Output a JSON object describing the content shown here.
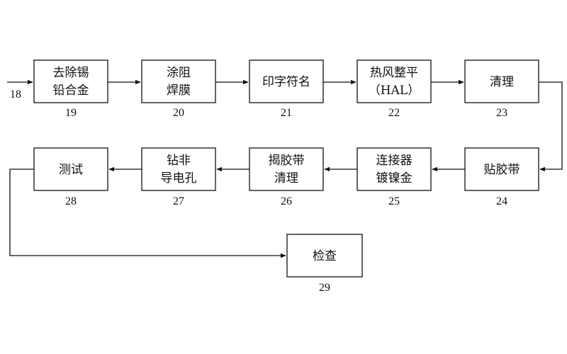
{
  "input_label": "18",
  "steps": [
    {
      "id": "19",
      "lines": [
        "去除锡",
        "铅合金"
      ]
    },
    {
      "id": "20",
      "lines": [
        "涂阻",
        "焊膜"
      ]
    },
    {
      "id": "21",
      "lines": [
        "印字符名"
      ]
    },
    {
      "id": "22",
      "lines": [
        "热风整平",
        "（HAL）"
      ]
    },
    {
      "id": "23",
      "lines": [
        "清理"
      ]
    },
    {
      "id": "24",
      "lines": [
        "贴胶带"
      ]
    },
    {
      "id": "25",
      "lines": [
        "连接器",
        "镀镍金"
      ]
    },
    {
      "id": "26",
      "lines": [
        "揭胶带",
        "清理"
      ]
    },
    {
      "id": "27",
      "lines": [
        "钻非",
        "导电孔"
      ]
    },
    {
      "id": "28",
      "lines": [
        "测试"
      ]
    },
    {
      "id": "29",
      "lines": [
        "检查"
      ]
    }
  ],
  "colors": {
    "stroke": "#111111",
    "background": "#ffffff"
  }
}
